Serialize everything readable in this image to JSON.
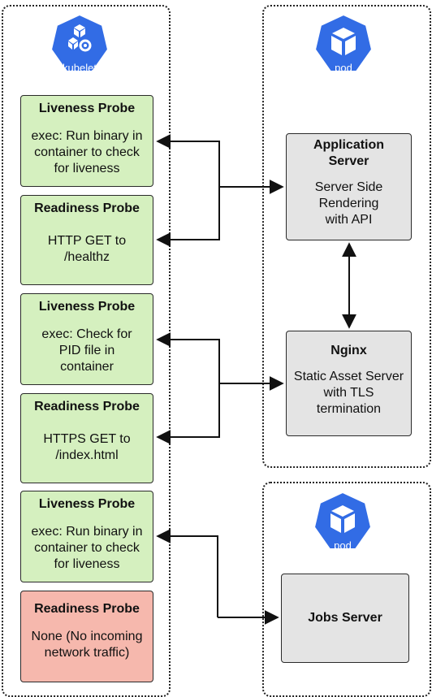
{
  "icons": {
    "kubelet": {
      "label": "kubelet",
      "name": "kubelet-icon"
    },
    "pod_top": {
      "label": "pod",
      "name": "pod-icon"
    },
    "pod_bottom": {
      "label": "pod",
      "name": "pod-icon"
    }
  },
  "probes": [
    {
      "title": "Liveness Probe",
      "body": "exec:  Run binary in\ncontainer to check\nfor liveness",
      "status": "green"
    },
    {
      "title": "Readiness Probe",
      "body": "HTTP GET to\n/healthz",
      "status": "green"
    },
    {
      "title": "Liveness Probe",
      "body": "exec:  Check for\nPID file in\ncontainer",
      "status": "green"
    },
    {
      "title": "Readiness Probe",
      "body": "HTTPS GET to\n/index.html",
      "status": "green"
    },
    {
      "title": "Liveness Probe",
      "body": "exec:  Run binary in\ncontainer to check\nfor liveness",
      "status": "green"
    },
    {
      "title": "Readiness Probe",
      "body": "None (No incoming\nnetwork traffic)",
      "status": "red"
    }
  ],
  "servers": {
    "app": {
      "title": "Application\nServer",
      "body": "Server Side\nRendering\nwith API"
    },
    "nginx": {
      "title": "Nginx",
      "body": "Static Asset Server\nwith TLS\ntermination"
    },
    "jobs": {
      "title": "Jobs Server",
      "body": ""
    }
  },
  "colors": {
    "kubernetes_blue": "#326ce5",
    "probe_ok": "#d5f0bf",
    "probe_none": "#f6b8ad",
    "server_fill": "#e4e4e4"
  }
}
